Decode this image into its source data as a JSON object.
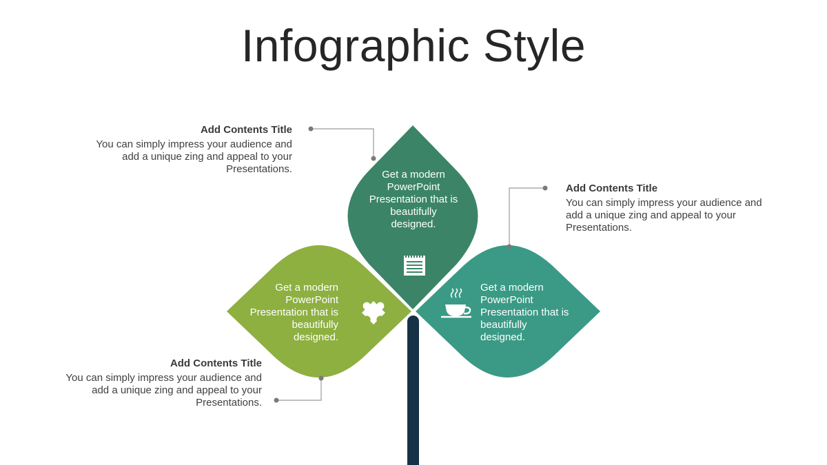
{
  "title": "Infographic Style",
  "leaves": [
    {
      "id": "top",
      "text": "Get a modern PowerPoint Presentation that is beautifully designed.",
      "color": "#3b8467",
      "icon": "notepad-icon"
    },
    {
      "id": "left",
      "text": "Get a modern PowerPoint Presentation that is beautifully designed.",
      "color": "#8db041",
      "icon": "puzzle-icon"
    },
    {
      "id": "right",
      "text": "Get a modern PowerPoint Presentation that is beautifully designed.",
      "color": "#3a9a85",
      "icon": "coffee-cup-icon"
    }
  ],
  "stem_color": "#163246",
  "callouts": [
    {
      "id": "top-left",
      "title": "Add Contents Title",
      "body": "You can simply impress your audience and add a unique zing and appeal to your Presentations."
    },
    {
      "id": "right",
      "title": "Add Contents Title",
      "body": "You can simply impress your audience and add a unique zing and appeal to your Presentations."
    },
    {
      "id": "bottom-left",
      "title": "Add Contents Title",
      "body": "You can simply impress your audience and add a unique zing and appeal to your Presentations."
    }
  ]
}
